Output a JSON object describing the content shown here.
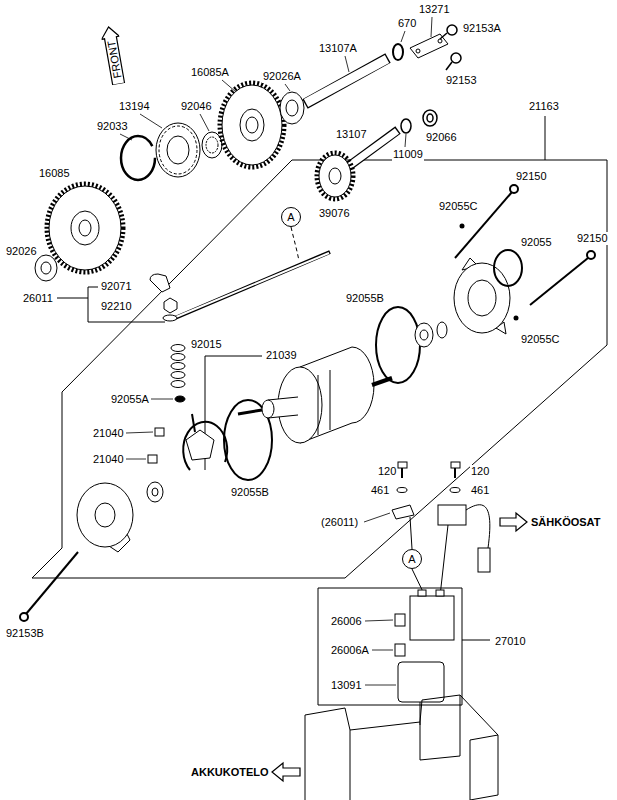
{
  "diagram": {
    "nodes": [
      {
        "text": [
          "FRONT"
        ]
      },
      {
        "text": [
          "A"
        ]
      },
      {
        "text": [
          "A"
        ]
      }
    ],
    "labels": [
      "13271",
      "670",
      "92153A",
      "13107A",
      "16085A",
      "92026A",
      "92153",
      "13194",
      "92046",
      "21163",
      "92033",
      "13107",
      "92066",
      "11009",
      "16085",
      "92150",
      "92055C",
      "39076",
      "92055",
      "92150",
      "92026",
      "92071",
      "26011",
      "92055B",
      "92210",
      "92055C",
      "92015",
      "21039",
      "92055A",
      "21040",
      "21040",
      "92055B",
      "120",
      "120",
      "461",
      "461",
      "(26011)",
      "SÄHKÖOSAT",
      "26006",
      "92153B",
      "26006A",
      "27010",
      "13091",
      "AKKUKOTELO"
    ]
  }
}
